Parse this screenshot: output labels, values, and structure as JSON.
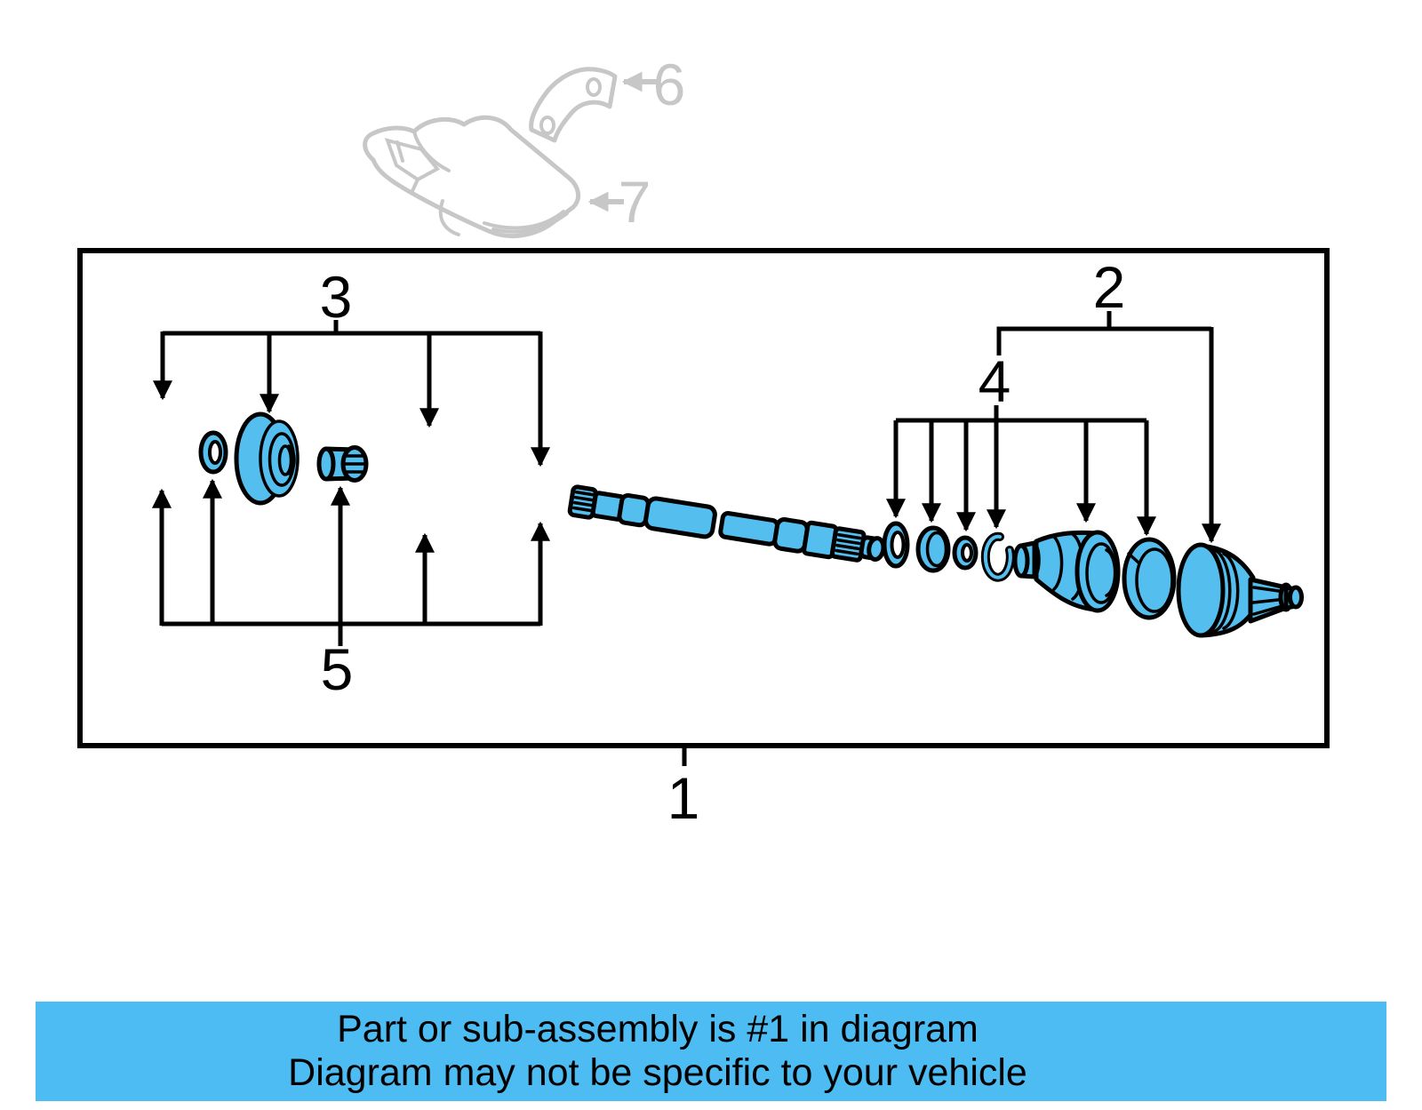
{
  "diagram": {
    "callouts": {
      "c1": "1",
      "c2": "2",
      "c3": "3",
      "c4": "4",
      "c5": "5",
      "c6": "6",
      "c7": "7"
    }
  },
  "caption": {
    "line1": "Part or sub-assembly is #1 in diagram",
    "line2": "Diagram may not be specific to your vehicle"
  },
  "colors": {
    "highlight": "#54BEEF",
    "band": "#4CBCF2",
    "muted": "#C7C7C7",
    "line": "#000000",
    "bg": "#FFFFFF"
  }
}
